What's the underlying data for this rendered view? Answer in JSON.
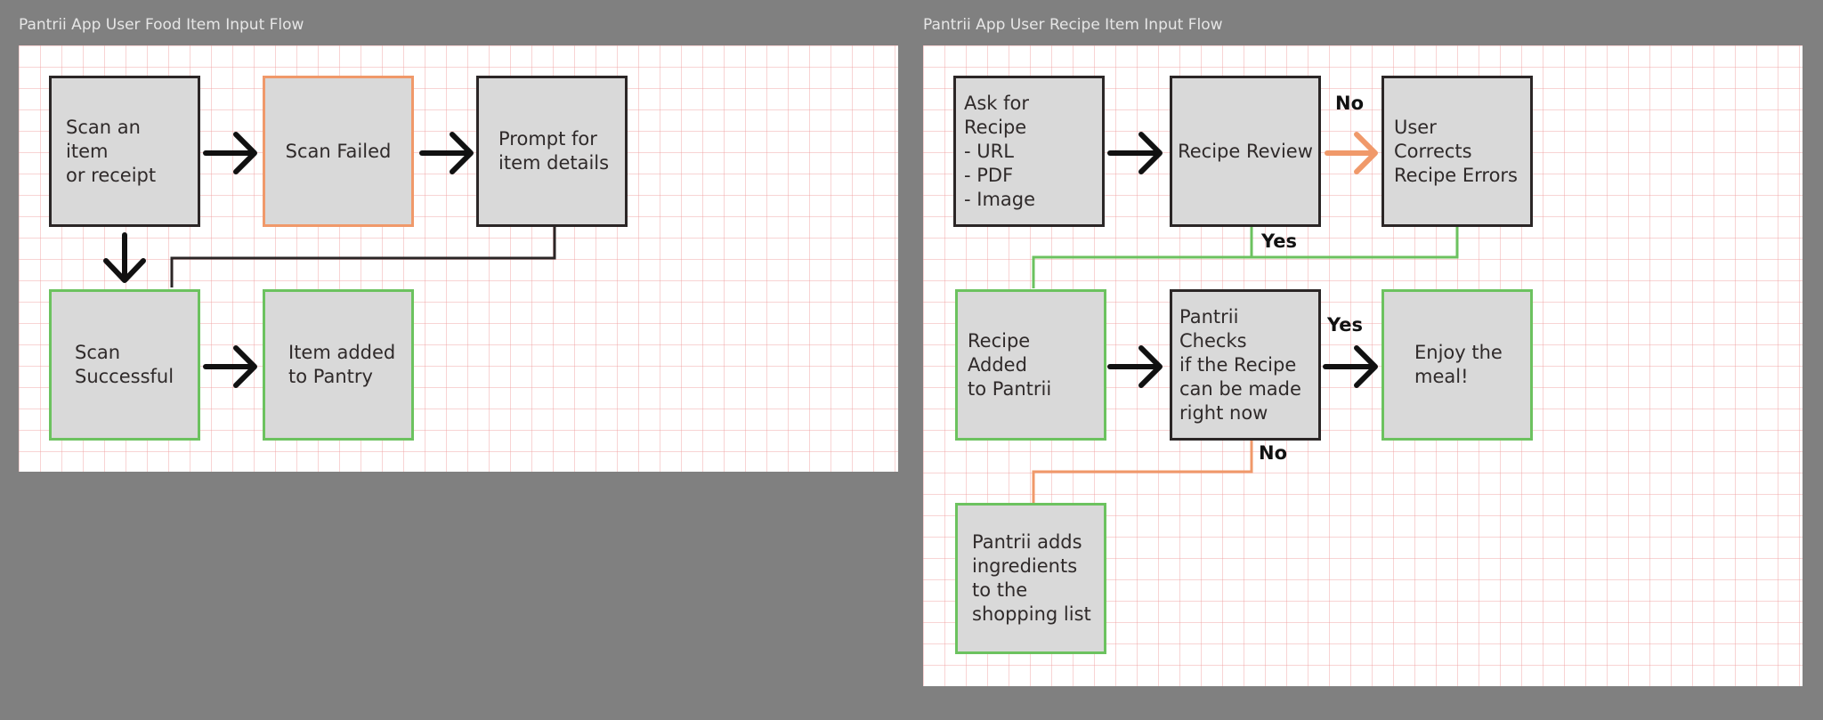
{
  "frames": {
    "food": {
      "title": "Pantrii App User Food Item Input Flow",
      "boxes": {
        "scan_item": "Scan an item\nor receipt",
        "scan_failed": "Scan Failed",
        "prompt_details": "Prompt for\nitem details",
        "scan_successful": "Scan\nSuccessful",
        "item_added": "Item added\nto Pantry"
      }
    },
    "recipe": {
      "title": "Pantrii App User Recipe Item Input Flow",
      "boxes": {
        "ask_recipe": "Ask for Recipe\n- URL\n- PDF\n- Image",
        "recipe_review": "Recipe Review",
        "user_corrects": "User Corrects\nRecipe Errors",
        "recipe_added": "Recipe Added\nto Pantrii",
        "pantrii_checks": "Pantrii Checks\nif the Recipe\ncan be made\nright now",
        "enjoy_meal": "Enjoy the\nmeal!",
        "adds_ingredients": "Pantrii adds\ningredients\nto the\nshopping list"
      },
      "edge_labels": {
        "review_no": "No",
        "review_yes": "Yes",
        "check_yes": "Yes",
        "check_no": "No"
      }
    }
  },
  "colors": {
    "canvas_bg": "#808080",
    "success_border": "#6cc25f",
    "failure_border": "#f0996a",
    "neutral_border": "#2b2626",
    "box_fill": "#d9d9d9"
  }
}
